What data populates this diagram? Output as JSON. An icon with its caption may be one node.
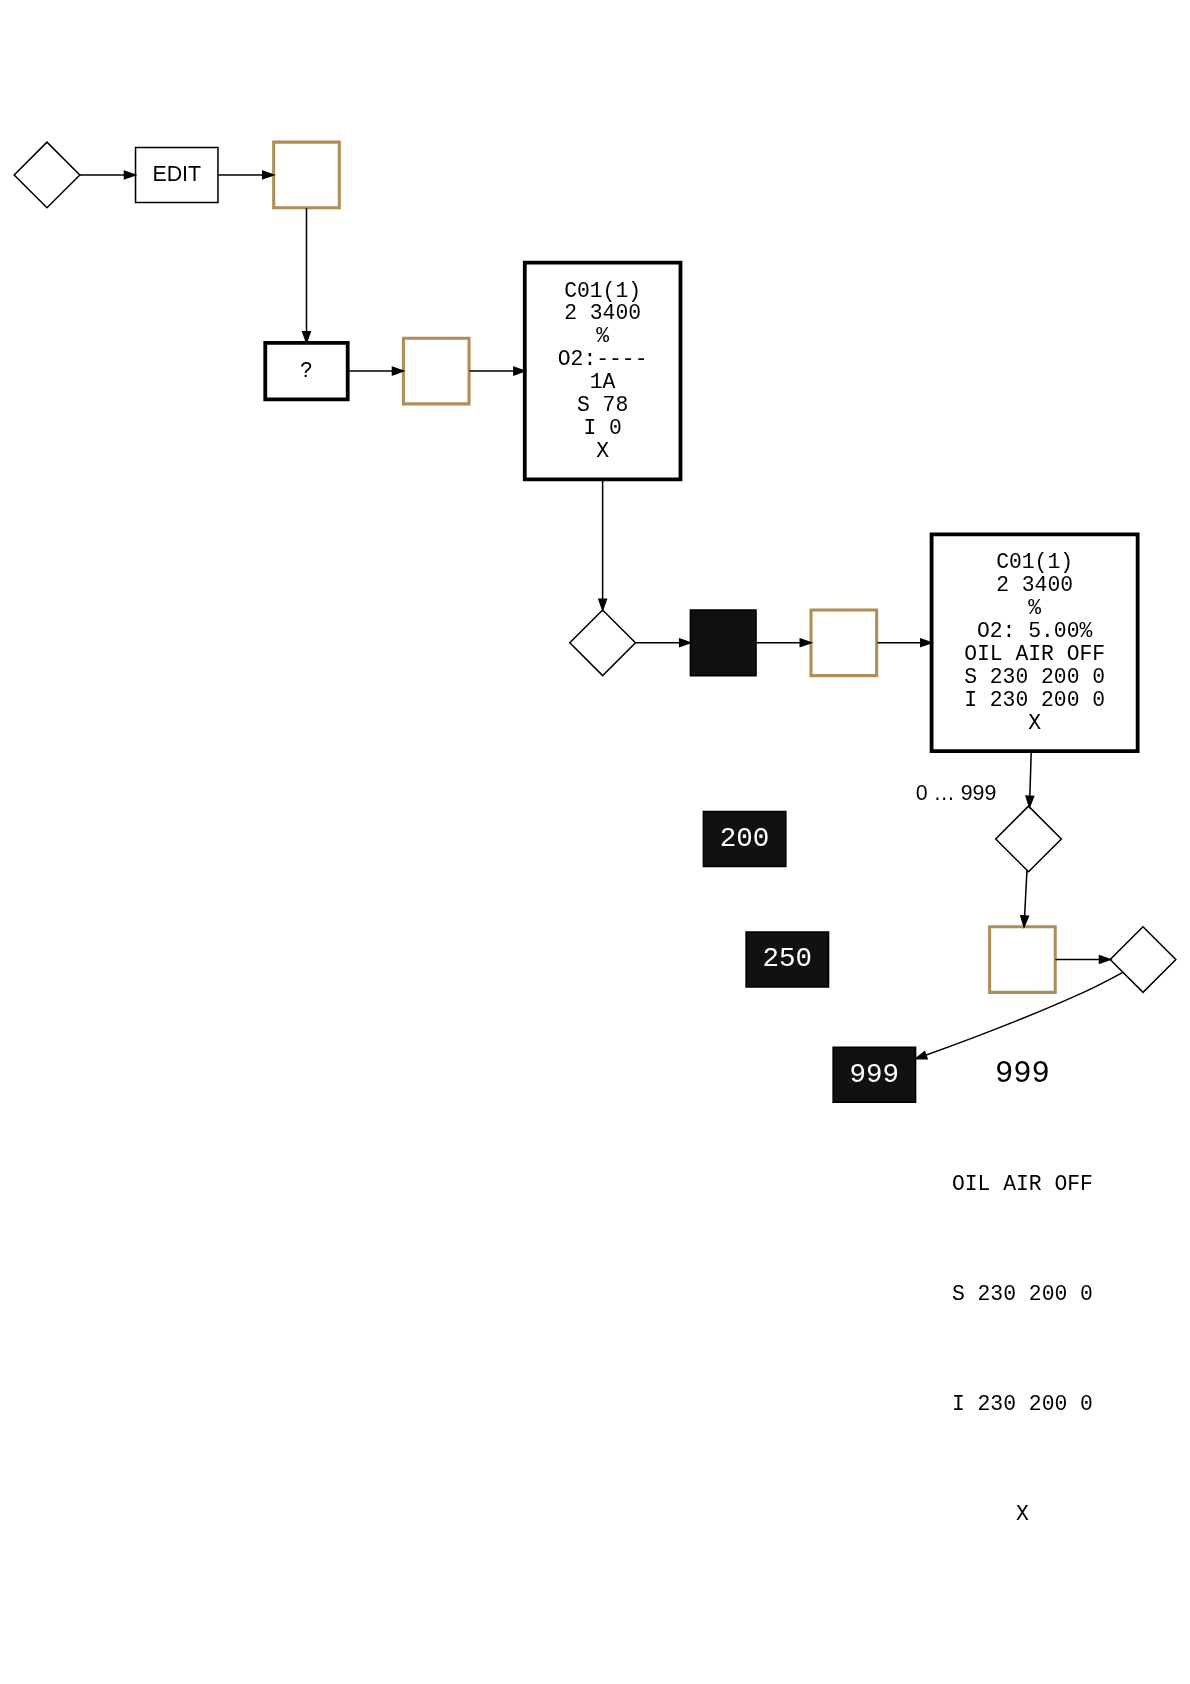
{
  "diagram": {
    "nodes": [
      {
        "text": [],
        "shape": "diamond"
      },
      {
        "text": [
          "EDIT"
        ]
      },
      {
        "text": [],
        "shape": "box"
      },
      {
        "text": [
          "?"
        ]
      },
      {
        "text": [],
        "shape": "box"
      },
      {
        "text": [
          "C01(1)",
          "2 3400",
          "%",
          "O2:----",
          "1A",
          "S 78",
          "I 0",
          "X"
        ]
      },
      {
        "text": [],
        "shape": "diamond"
      },
      {
        "text": [],
        "shape": "box"
      },
      {
        "text": [
          "200"
        ]
      },
      {
        "text": [
          "250"
        ]
      },
      {
        "text": [
          "999"
        ]
      },
      {
        "text": [],
        "shape": "box"
      },
      {
        "text": [
          "C01(1)",
          "2 3400",
          "%",
          "O2: 5.00%",
          "OIL AIR OFF",
          "S 230 200 0",
          "I 230 200 0",
          "X"
        ]
      },
      {
        "text": [],
        "shape": "diamond",
        "beside": [
          "0 … 999"
        ]
      },
      {
        "text": [],
        "shape": "box"
      },
      {
        "text": [],
        "shape": "diamond"
      }
    ],
    "edges": [
      {
        "from": 0,
        "to": 1,
        "arrow": "to"
      },
      {
        "from": 1,
        "to": 2,
        "arrow": "to"
      },
      {
        "from": 2,
        "to": 3,
        "arrow": "to"
      },
      {
        "from": 3,
        "to": 4,
        "arrow": "to"
      },
      {
        "from": 4,
        "to": 5,
        "arrow": "to"
      },
      {
        "from": 5,
        "to": 6,
        "arrow": "to"
      },
      {
        "from": 6,
        "to": 7,
        "arrow": "to"
      },
      {
        "from": 7,
        "to": 11,
        "arrow": "to"
      },
      {
        "from": 11,
        "to": 12,
        "arrow": "to"
      },
      {
        "from": 12,
        "to": 13,
        "arrow": "to"
      },
      {
        "from": 13,
        "to": 14,
        "arrow": "to"
      },
      {
        "from": 14,
        "to": 15,
        "arrow": "to"
      },
      {
        "from": 15,
        "to": 10,
        "arrow": "to"
      }
    ],
    "labels": [
      "999",
      "OIL AIR OFF",
      "S 230 200 0",
      "I 230 200 0",
      "X"
    ]
  }
}
